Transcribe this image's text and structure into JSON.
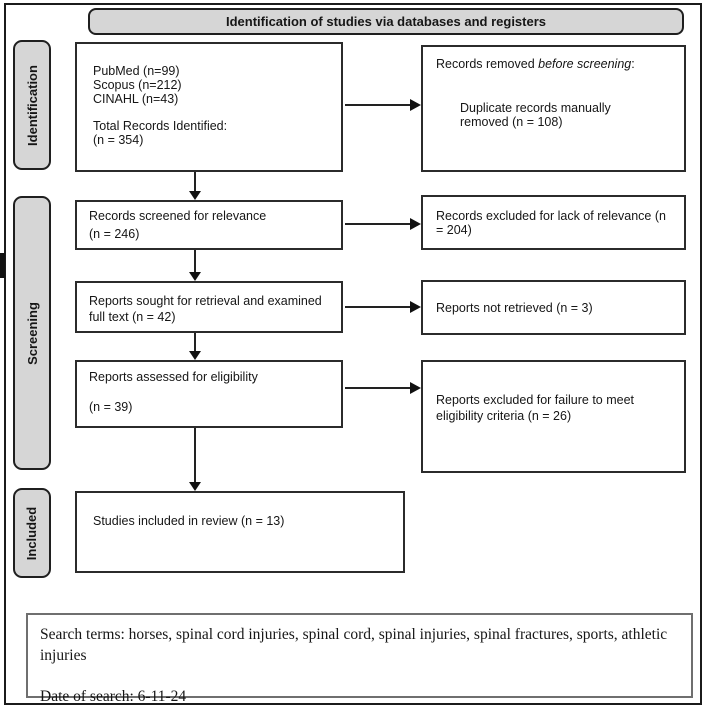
{
  "palette": {
    "label_fill": "#d6d6d6",
    "pill_border": "#1f1f1f",
    "box_border": "#2b2b2b",
    "arrow": "#111111",
    "footer_border": "#6f6f6f"
  },
  "header": {
    "title": "Identification of studies via databases and registers"
  },
  "stages": {
    "identification": "Identification",
    "screening": "Screening",
    "included": "Included"
  },
  "flow": {
    "identified": {
      "db1": "PubMed (n=99)",
      "db2": "Scopus (n=212)",
      "db3": "CINAHL (n=43)",
      "total_label": "Total Records Identified:",
      "total_value": "(n = 354)"
    },
    "removed": {
      "prefix": "Records removed ",
      "italic": "before screening",
      "suffix": ":",
      "detail": "Duplicate records manually removed (n = 108)"
    },
    "screened": {
      "line1": "Records screened for relevance",
      "line2": "(n = 246)"
    },
    "excluded_relevance": {
      "text": "Records excluded for lack of relevance (n = 204)"
    },
    "sought": {
      "text": "Reports sought for retrieval and examined full text (n = 42)"
    },
    "not_retrieved": {
      "text": "Reports not retrieved (n = 3)"
    },
    "assessed": {
      "line1": "Reports assessed for eligibility",
      "line2": "(n = 39)"
    },
    "excluded_eligibility": {
      "text": "Reports excluded for failure to meet eligibility criteria (n = 26)"
    },
    "included_box": {
      "text": "Studies included in review (n = 13)"
    }
  },
  "footer": {
    "search_terms": "Search terms: horses, spinal cord injuries, spinal cord, spinal injuries, spinal fractures, sports, athletic injuries",
    "date": "Date of search: 6-11-24"
  }
}
